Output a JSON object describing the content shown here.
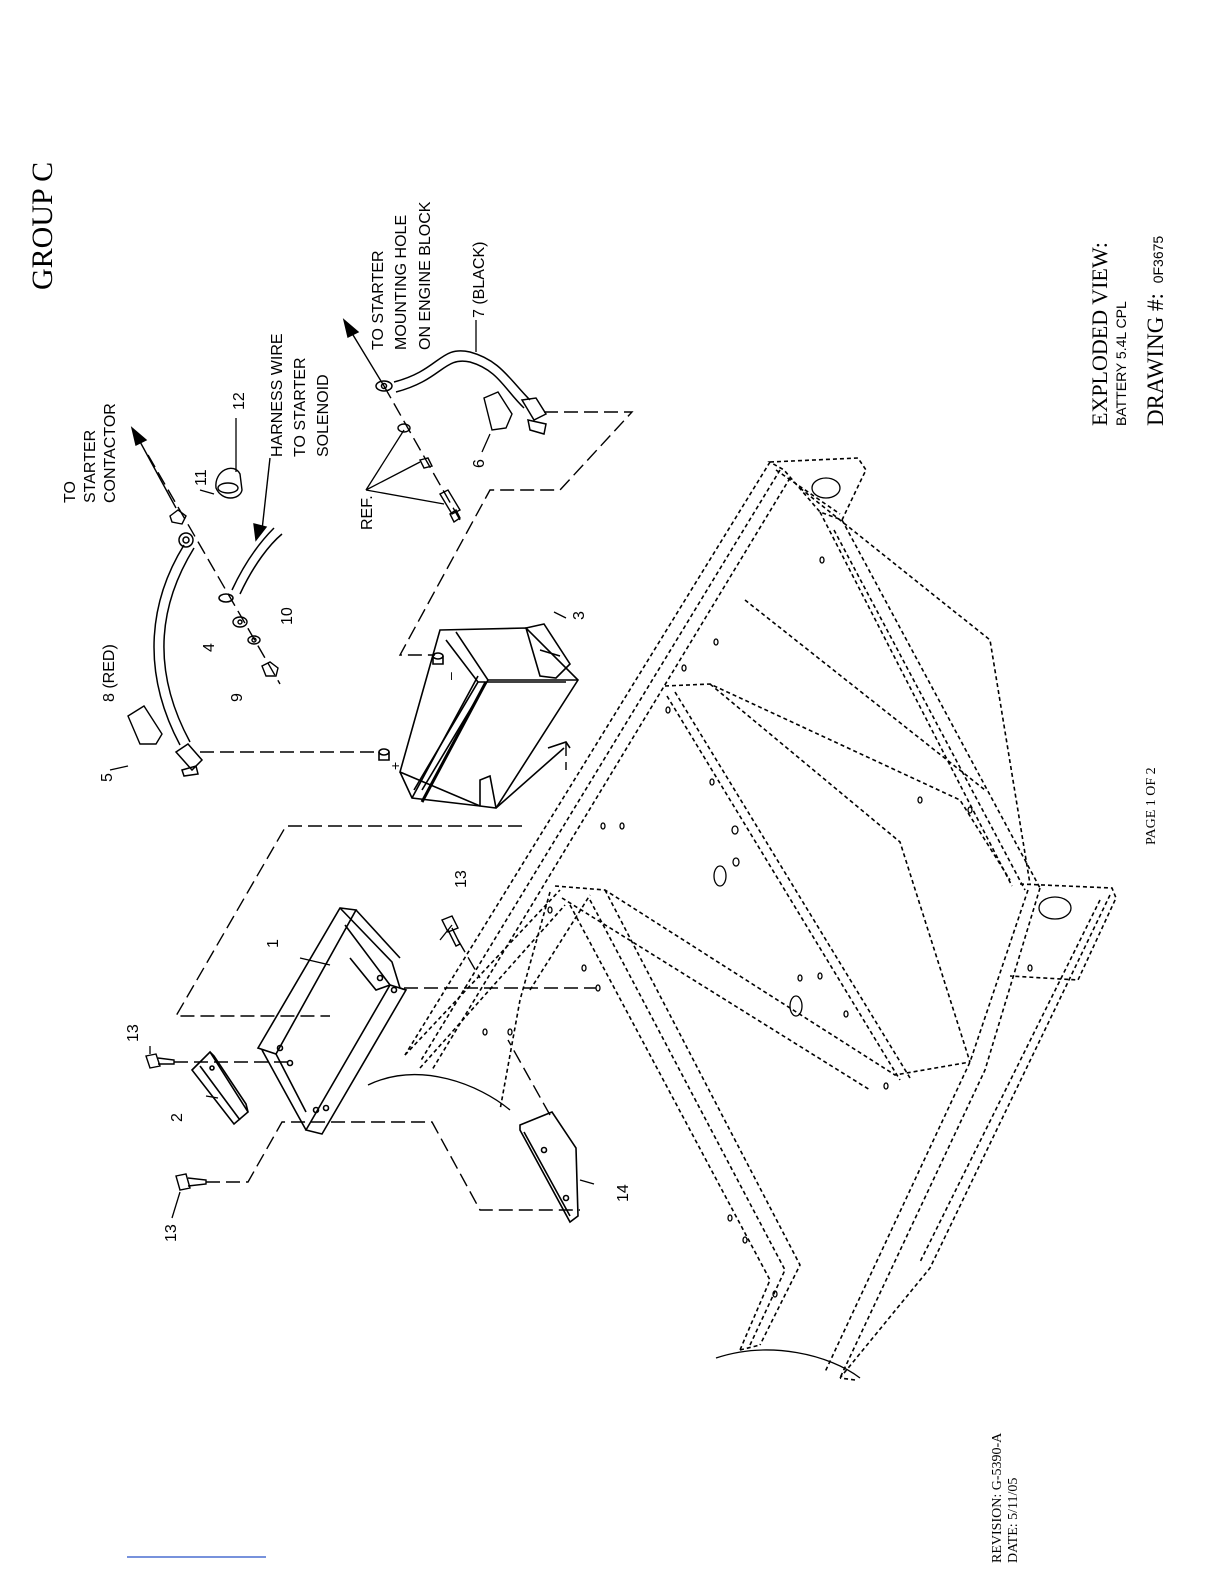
{
  "group_label": "GROUP C",
  "title": {
    "view": "EXPLODED VIEW:",
    "subject": "BATTERY 5.4L CPL",
    "drawing_prefix": "DRAWING #:",
    "drawing_number": "0F3675"
  },
  "page_label": "PAGE 1 OF 2",
  "revision": "REVISION:  G-5390-A",
  "date": "DATE:  5/11/05",
  "callouts": {
    "to_starter_contactor": [
      "TO",
      "STARTER",
      "CONTACTOR"
    ],
    "harness_wire": [
      "HARNESS WIRE",
      "TO STARTER",
      "SOLENOID"
    ],
    "to_starter_mounting": [
      "TO STARTER",
      "MOUNTING HOLE",
      "ON ENGINE BLOCK"
    ],
    "ref": "REF."
  },
  "terminals": {
    "positive": "+",
    "negative": "–"
  },
  "parts": {
    "p1": "1",
    "p2": "2",
    "p3": "3",
    "p4": "4",
    "p5": "5",
    "p6": "6",
    "p7": "7 (BLACK)",
    "p8": "8 (RED)",
    "p9": "9",
    "p10": "10",
    "p11": "11",
    "p12": "12",
    "p13": "13",
    "p14": "14"
  }
}
